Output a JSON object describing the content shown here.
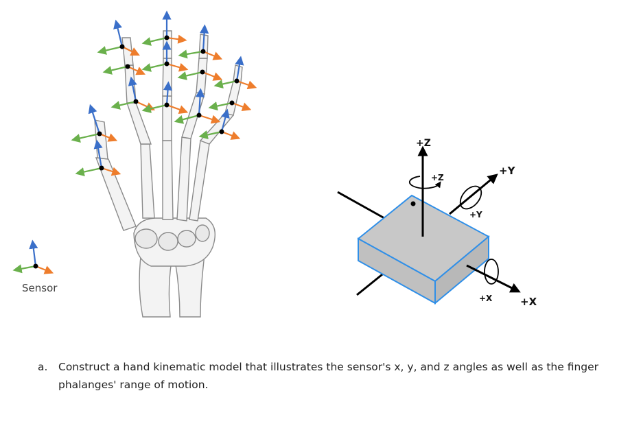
{
  "legend": {
    "label": "Sensor"
  },
  "axes": {
    "z_axis": "+Z",
    "z_rotation": "+Z",
    "y_axis": "+Y",
    "y_rotation": "+Y",
    "x_axis": "+X",
    "x_rotation": "+X"
  },
  "question": {
    "marker": "a.",
    "text": "Construct a hand kinematic model that illustrates the sensor's x, y, and z angles as well as the finger phalanges' range of motion."
  },
  "colors": {
    "sensor_z": "#3a6fc9",
    "sensor_x": "#6ab04c",
    "sensor_y": "#ee7d2c",
    "joint": "#000000",
    "block_face": "#c8c8c8",
    "block_edge": "#2f8fe8"
  }
}
